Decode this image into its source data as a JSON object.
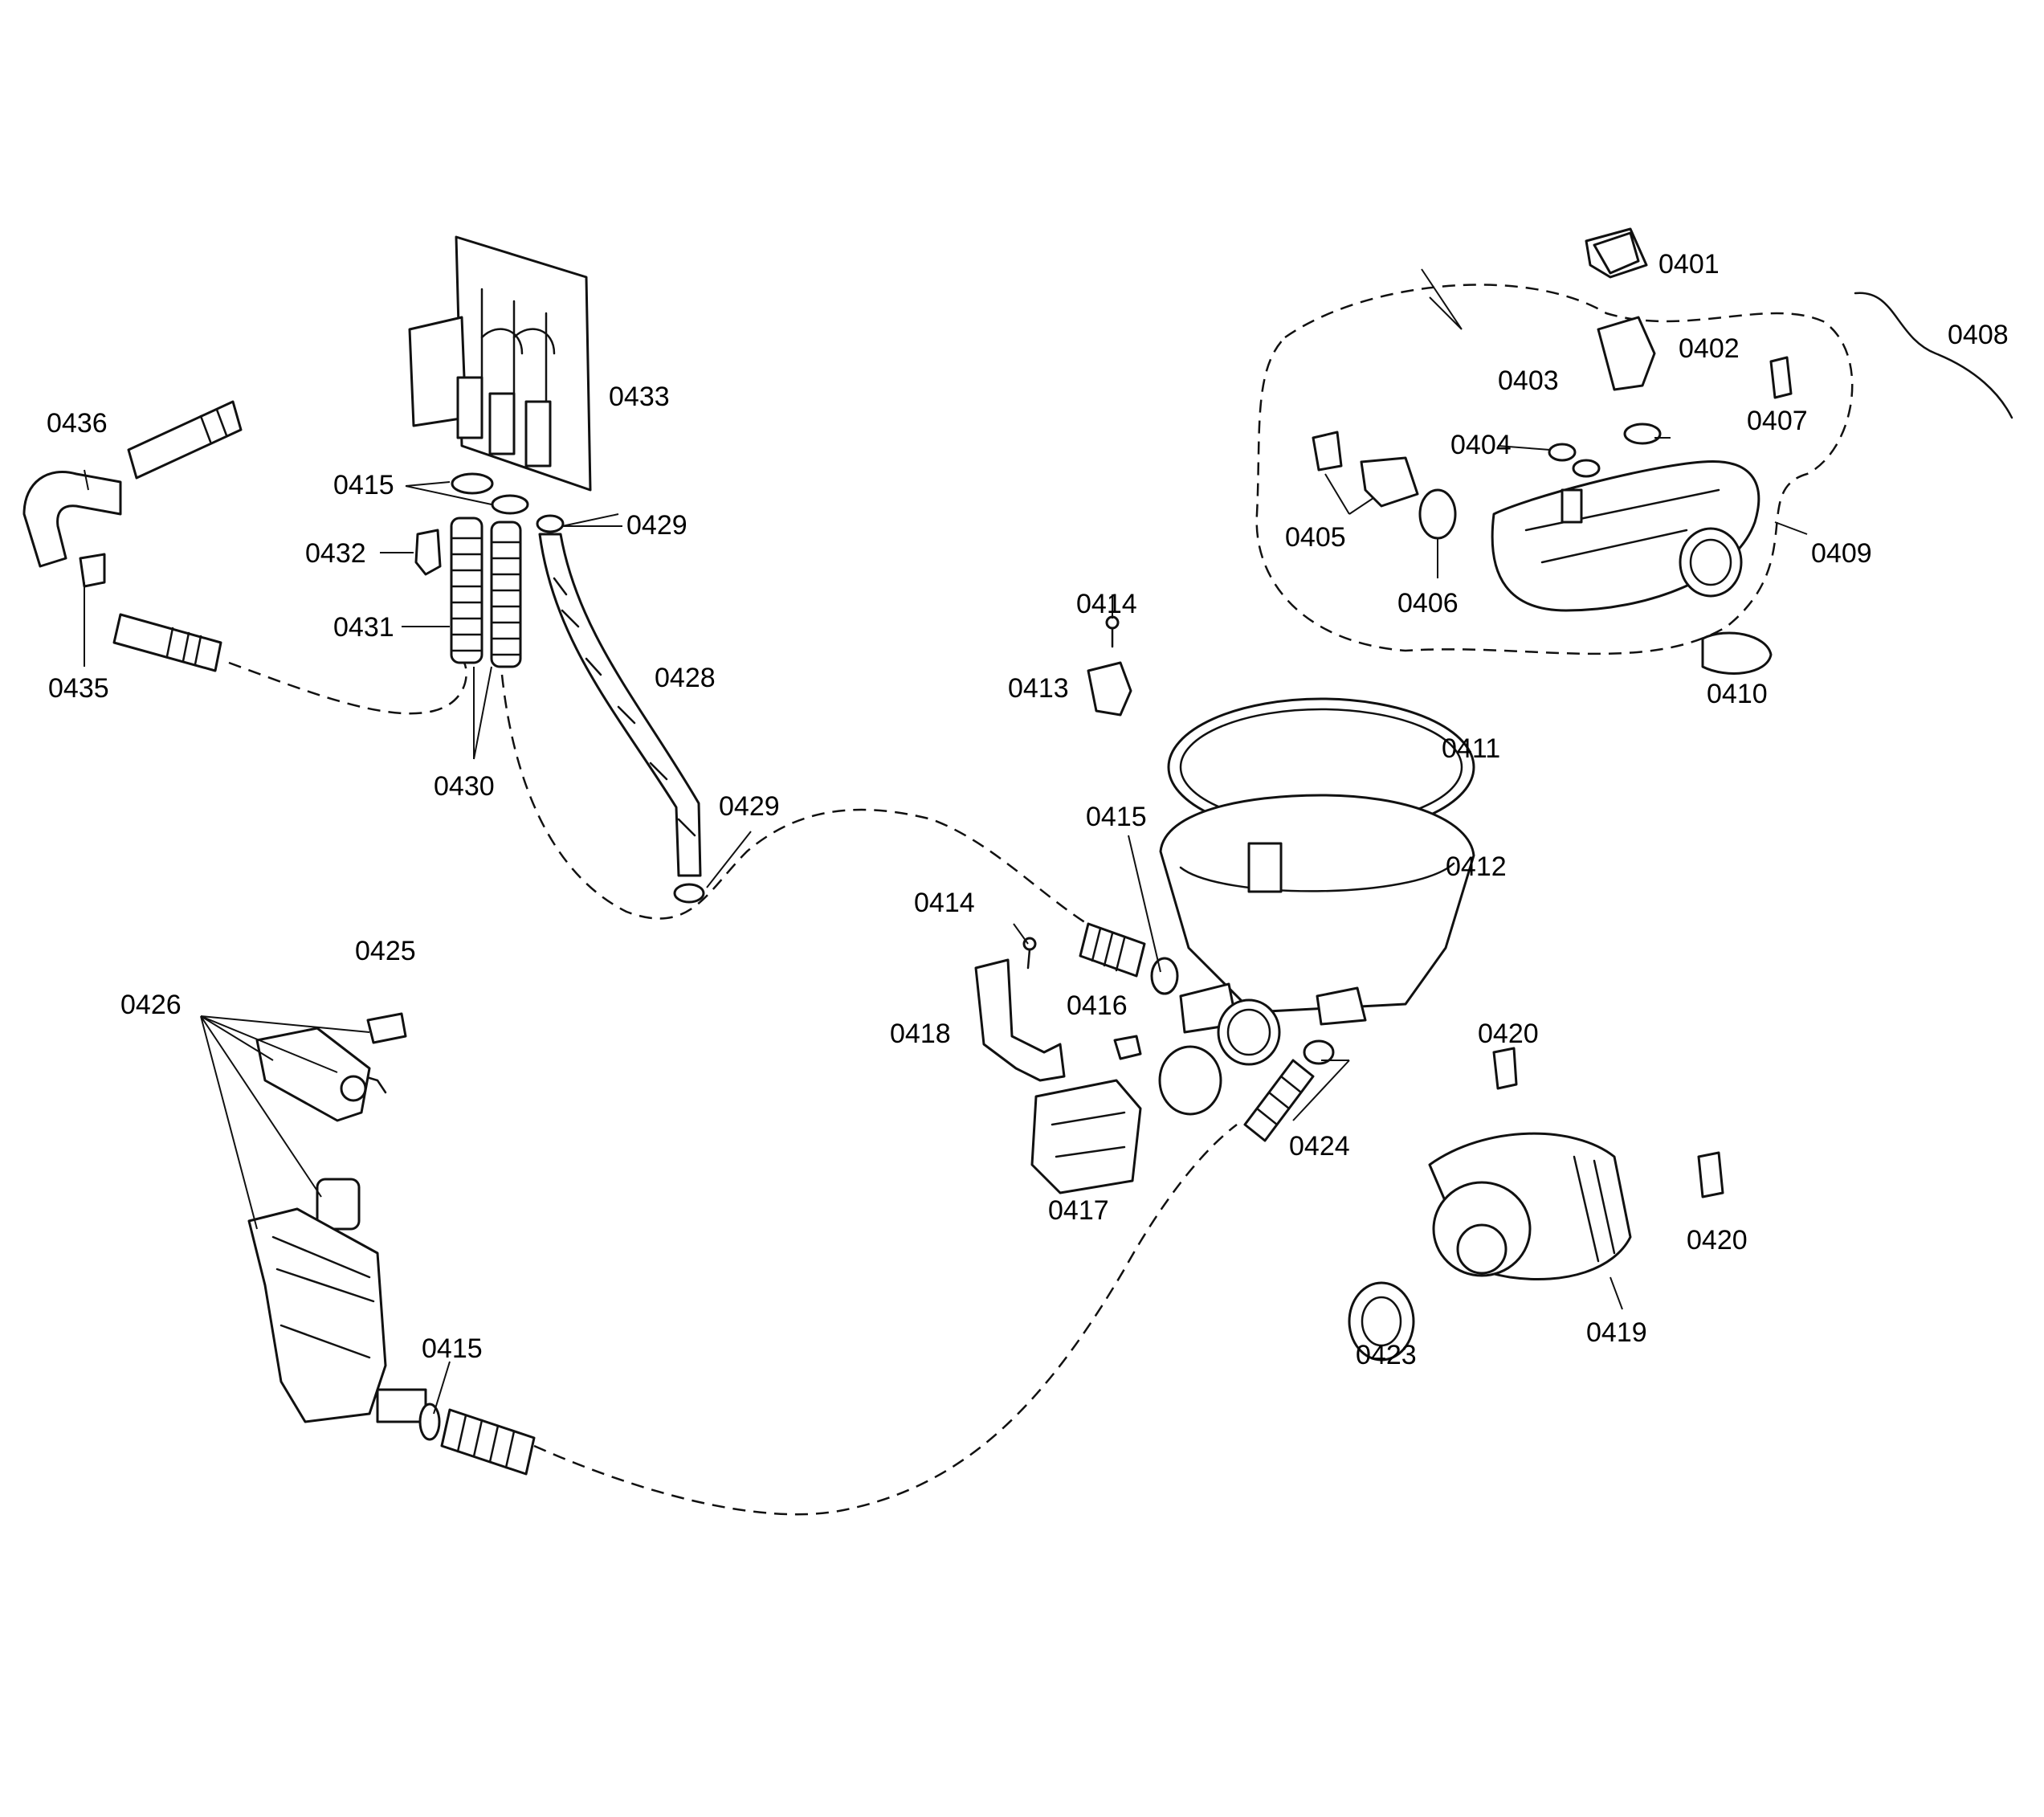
{
  "labels": {
    "l0401": "0401",
    "l0402": "0402",
    "l0403": "0403",
    "l0404": "0404",
    "l0405": "0405",
    "l0406": "0406",
    "l0407": "0407",
    "l0408": "0408",
    "l0409": "0409",
    "l0410": "0410",
    "l0411": "0411",
    "l0412": "0412",
    "l0413": "0413",
    "l0414a": "0414",
    "l0414b": "0414",
    "l0415a": "0415",
    "l0415b": "0415",
    "l0415c": "0415",
    "l0416": "0416",
    "l0417": "0417",
    "l0418": "0418",
    "l0419": "0419",
    "l0420a": "0420",
    "l0420b": "0420",
    "l0423": "0423",
    "l0424": "0424",
    "l0425": "0425",
    "l0426": "0426",
    "l0428": "0428",
    "l0429a": "0429",
    "l0429b": "0429",
    "l0430": "0430",
    "l0431": "0431",
    "l0432": "0432",
    "l0433": "0433",
    "l0435": "0435",
    "l0436": "0436"
  }
}
